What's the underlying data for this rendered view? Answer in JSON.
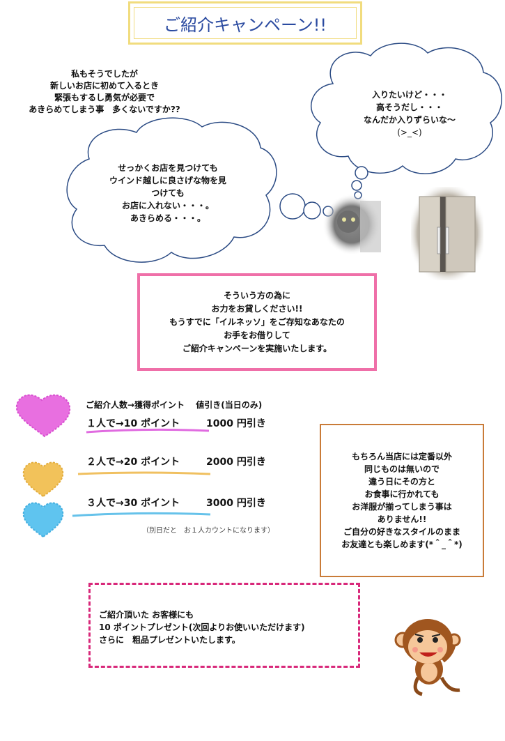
{
  "title": "ご紹介キャンペーン!!",
  "intro_lines": [
    "私もそうでしたが",
    "新しいお店に初めて入るとき",
    "緊張もするし勇気が必要で",
    "あきらめてしまう事　多くないですか??"
  ],
  "left_cloud_lines": [
    "せっかくお店を見つけても",
    "ウインド越しに良さげな物を見",
    "つけても",
    "お店に入れない・・・。",
    "あきらめる・・・。"
  ],
  "right_cloud_lines": [
    "入りたいけど・・・",
    "高そうだし・・・",
    "なんだか入りずらいな～",
    "(>_<)"
  ],
  "pink_box_lines": [
    "そういう方の為に",
    "お力をお貸しください!!",
    "もうすでに「イルネッソ」をご存知なあなたの",
    "お手をお借りして",
    "ご紹介キャンペーンを実施いたします。"
  ],
  "table_header": "ご紹介人数→獲得ポイント　 値引き(当日のみ)",
  "tiers": [
    {
      "label": "１人で→10 ポイント",
      "discount": "1000 円引き",
      "color": "#e86fe0"
    },
    {
      "label": "２人で→20 ポイント",
      "discount": "2000 円引き",
      "color": "#f2c25a"
    },
    {
      "label": "３人で→30 ポイント",
      "discount": "3000 円引き",
      "color": "#5fc4ef"
    }
  ],
  "tier_note": "（別日だと　お１人カウントになります）",
  "side_box_lines": [
    "もちろん当店には定番以外",
    "同じものは無いので",
    "違う日にその方と",
    "お食事に行かれても",
    "お洋服が揃ってしまう事は",
    "ありません!!",
    "ご自分の好きなスタイルのまま",
    "お友達とも楽しめます(*＾_＾*)"
  ],
  "bottom_box_lines": [
    "ご紹介頂いた お客様にも",
    "10 ポイントプレゼント(次回よりお使いいただけます)",
    "さらに　粗品プレゼントいたします。"
  ]
}
